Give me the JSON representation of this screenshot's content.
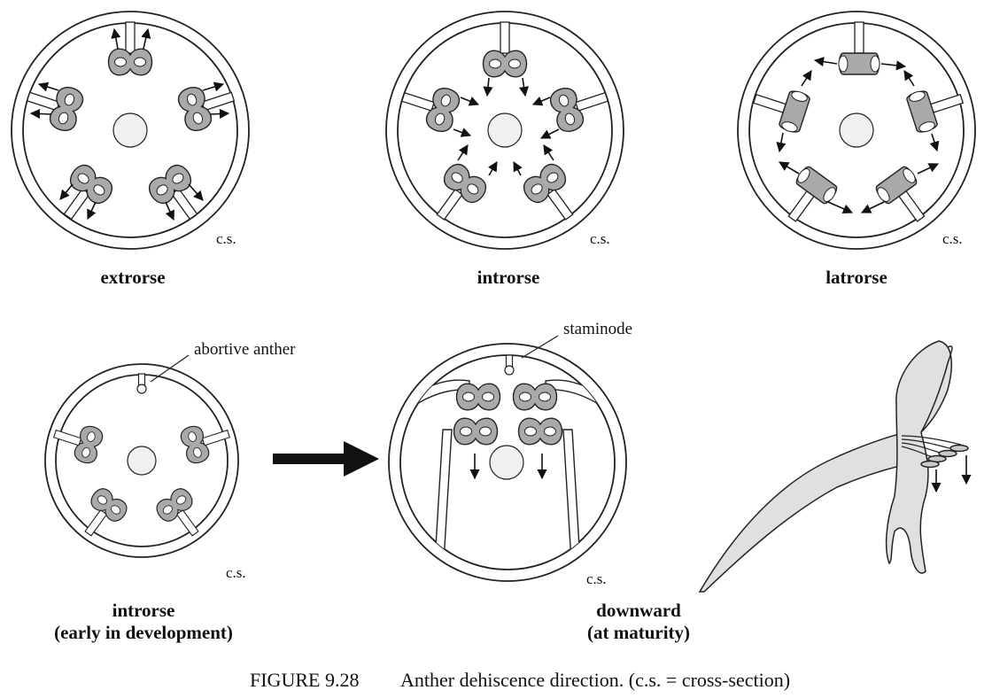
{
  "panels": {
    "extrorse": {
      "title": "extrorse",
      "section_label": "c.s."
    },
    "introrse": {
      "title": "introrse",
      "section_label": "c.s."
    },
    "latrorse": {
      "title": "latrorse",
      "section_label": "c.s."
    },
    "early": {
      "title_line1": "introrse",
      "title_line2": "(early in development)",
      "section_label": "c.s.",
      "callout": "abortive anther"
    },
    "mature": {
      "title_line1": "downward",
      "title_line2": "(at maturity)",
      "section_label": "c.s.",
      "callout": "staminode"
    }
  },
  "caption": {
    "number": "FIGURE 9.28",
    "text": "Anther dehiscence direction. (c.s. = cross-section)"
  },
  "colors": {
    "anther_fill": "#a9a9a9",
    "tissue_fill": "#f0f0f0",
    "stroke": "#222222"
  }
}
